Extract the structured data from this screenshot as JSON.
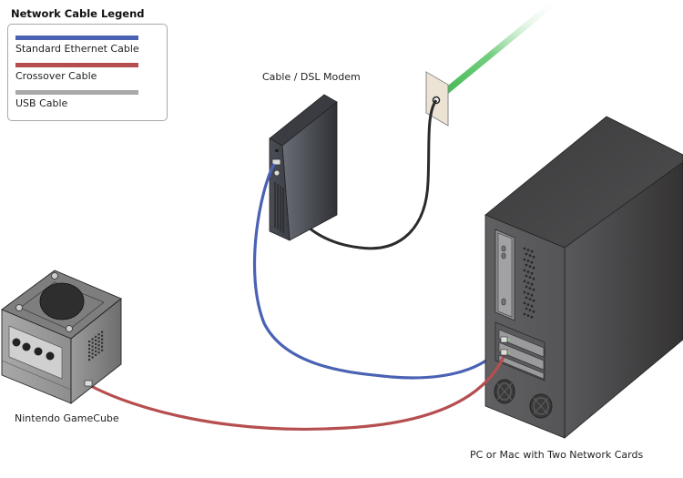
{
  "legend": {
    "title": "Network Cable Legend",
    "items": [
      {
        "label": "Standard Ethernet Cable",
        "color": "#4a62b4"
      },
      {
        "label": "Crossover Cable",
        "color": "#b64e50"
      },
      {
        "label": "USB Cable",
        "color": "#a8a8a8"
      }
    ]
  },
  "devices": {
    "modem": {
      "label": "Cable / DSL Modem"
    },
    "gamecube": {
      "label": "Nintendo GameCube"
    },
    "pc": {
      "label": "PC or Mac with Two Network Cards"
    }
  },
  "connections": [
    {
      "from": "modem",
      "to": "pc-network-card-1",
      "type": "Standard Ethernet Cable",
      "color": "#4a62b4"
    },
    {
      "from": "gamecube",
      "to": "pc-network-card-2",
      "type": "Crossover Cable",
      "color": "#b64e50"
    },
    {
      "from": "modem",
      "to": "wall-outlet",
      "type": "coaxial",
      "color": "#2b2b2b"
    },
    {
      "from": "wall-outlet",
      "to": "internet",
      "type": "uplink",
      "color": "#3cb54a"
    }
  ]
}
